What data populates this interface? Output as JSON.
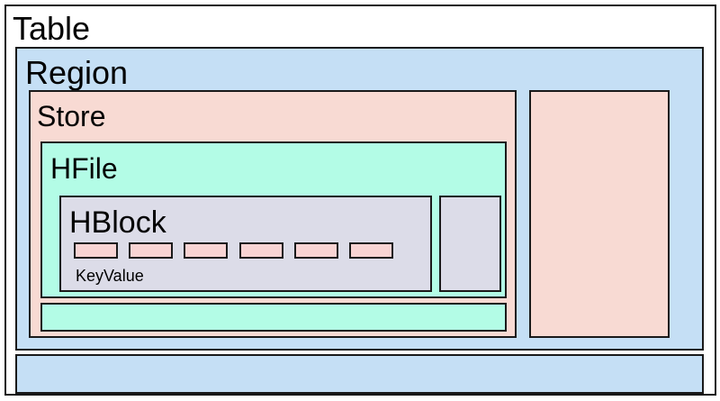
{
  "labels": {
    "table": "Table",
    "region": "Region",
    "store": "Store",
    "hfile": "HFile",
    "hblock": "HBlock",
    "keyvalue": "KeyValue"
  },
  "key_value_count": 6,
  "colors": {
    "table": "#ffffff",
    "region": "#c5dff5",
    "store": "#f8dad3",
    "hfile": "#b3fce6",
    "hblock": "#dcdce8",
    "keyvalue": "#f8d3d3",
    "border": "#1a1a1a"
  }
}
